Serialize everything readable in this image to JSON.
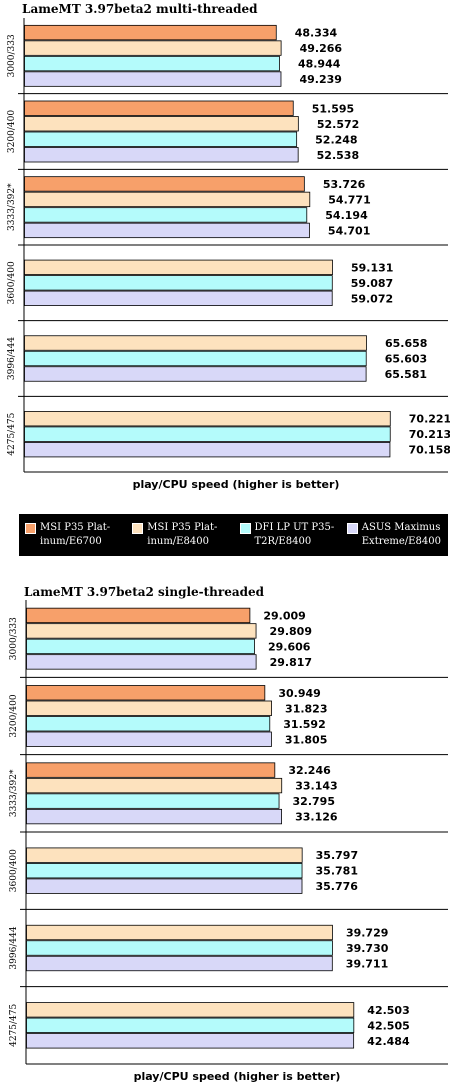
{
  "chart_data": [
    {
      "type": "bar",
      "title": "LameMT 3.97beta2 multi-threaded",
      "xlabel": "play/CPU speed (higher is better)",
      "categories": [
        "3000/333",
        "3200/400",
        "3333/392*",
        "3600/400",
        "3996/444",
        "4275/475"
      ],
      "series": [
        {
          "name": "MSI P35 Platinum/E6700",
          "values": [
            48.334,
            51.595,
            53.726,
            null,
            null,
            null
          ]
        },
        {
          "name": "MSI P35 Platinum/E8400",
          "values": [
            49.266,
            52.572,
            54.771,
            59.131,
            65.658,
            70.221
          ]
        },
        {
          "name": "DFI LP UT P35-T2R/E8400",
          "values": [
            48.944,
            52.248,
            54.194,
            59.087,
            65.603,
            70.213
          ]
        },
        {
          "name": "ASUS Maximus Extreme/E8400",
          "values": [
            49.239,
            52.538,
            54.701,
            59.072,
            65.581,
            70.158
          ]
        }
      ],
      "xlim": [
        0,
        81.4
      ],
      "grid": false,
      "orientation": "horizontal"
    },
    {
      "type": "bar",
      "title": "LameMT 3.97beta2 single-threaded",
      "xlabel": "play/CPU speed (higher is better)",
      "categories": [
        "3000/333",
        "3200/400",
        "3333/392*",
        "3600/400",
        "3996/444",
        "4275/475"
      ],
      "series": [
        {
          "name": "MSI P35 Platinum/E6700",
          "values": [
            29.009,
            30.949,
            32.246,
            null,
            null,
            null
          ]
        },
        {
          "name": "MSI P35 Platinum/E8400",
          "values": [
            29.809,
            31.823,
            33.143,
            35.797,
            39.729,
            42.503
          ]
        },
        {
          "name": "DFI LP UT P35-T2R/E8400",
          "values": [
            29.606,
            31.592,
            32.795,
            35.781,
            39.73,
            42.505
          ]
        },
        {
          "name": "ASUS Maximus Extreme/E8400",
          "values": [
            29.817,
            31.805,
            33.126,
            35.776,
            39.711,
            42.484
          ]
        }
      ],
      "xlim": [
        0,
        54.8
      ],
      "grid": false,
      "orientation": "horizontal"
    }
  ],
  "legend": {
    "position": "between-charts",
    "items": [
      {
        "label": "MSI P35 Plat-\ninum/E6700",
        "color": "#F7A06A"
      },
      {
        "label": "MSI P35 Plat-\ninum/E8400",
        "color": "#FDE2BE"
      },
      {
        "label": "DFI LP UT P35-\nT2R/E8400",
        "color": "#B4FBFB"
      },
      {
        "label": "ASUS Maximus\nExtreme/E8400",
        "color": "#D8D8F8"
      }
    ]
  }
}
